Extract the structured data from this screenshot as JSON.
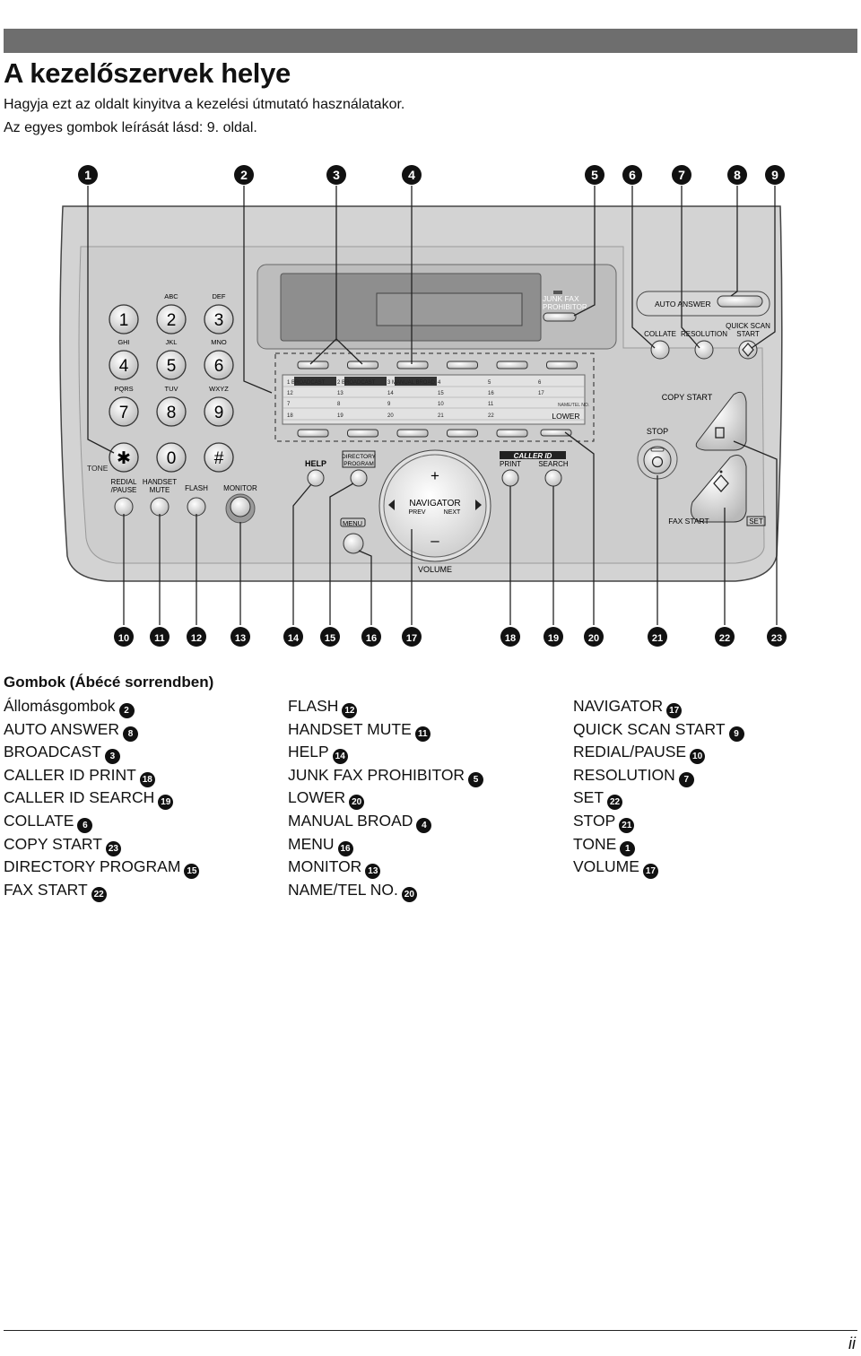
{
  "header": {
    "title": "A kezelőszervek helye",
    "intro_line1": "Hagyja ezt az oldalt kinyitva a kezelési útmutató használatakor.",
    "intro_line2": "Az egyes gombok leírását lásd: 9. oldal."
  },
  "diagram": {
    "callouts_top": [
      "1",
      "2",
      "3",
      "4",
      "5",
      "6",
      "7",
      "8",
      "9"
    ],
    "callouts_bottom": [
      "10",
      "11",
      "12",
      "13",
      "14",
      "15",
      "16",
      "17",
      "18",
      "19",
      "20",
      "21",
      "22",
      "23"
    ],
    "keypad": [
      {
        "digit": "1",
        "letters": ""
      },
      {
        "digit": "2",
        "letters": "ABC"
      },
      {
        "digit": "3",
        "letters": "DEF"
      },
      {
        "digit": "4",
        "letters": "GHI"
      },
      {
        "digit": "5",
        "letters": "JKL"
      },
      {
        "digit": "6",
        "letters": "MNO"
      },
      {
        "digit": "7",
        "letters": "PQRS"
      },
      {
        "digit": "8",
        "letters": "TUV"
      },
      {
        "digit": "9",
        "letters": "WXYZ"
      },
      {
        "digit": "✱",
        "letters": ""
      },
      {
        "digit": "0",
        "letters": ""
      },
      {
        "digit": "#",
        "letters": ""
      }
    ],
    "labels": {
      "tone": "TONE",
      "redial1": "REDIAL",
      "redial2": "/PAUSE",
      "mute1": "HANDSET",
      "mute2": "MUTE",
      "flash": "FLASH",
      "monitor": "MONITOR",
      "junk1": "JUNK FAX",
      "junk2": "PROHIBITOR",
      "auto_answer": "AUTO ANSWER",
      "collate": "COLLATE",
      "resolution": "RESOLUTION",
      "quick1": "QUICK SCAN",
      "quick2": "START",
      "copy_start": "COPY START",
      "stop": "STOP",
      "fax_start": "FAX START",
      "set": "SET",
      "help": "HELP",
      "dir1": "DIRECTORY",
      "dir2": "PROGRAM",
      "menu": "MENU",
      "navigator": "NAVIGATOR",
      "prev": "PREV",
      "next": "NEXT",
      "plus": "+",
      "minus": "–",
      "volume": "VOLUME",
      "caller_id": "CALLER ID",
      "print": "PRINT",
      "search": "SEARCH",
      "name_tel": "NAME/TEL NO.",
      "lower": "LOWER"
    },
    "station_cells": [
      [
        "1 BROADCAST",
        "2 BROADCAST",
        "3 MANUAL BROAD",
        "4",
        "5",
        "6"
      ],
      [
        "12",
        "13",
        "14",
        "15",
        "16",
        "17"
      ],
      [
        "7",
        "8",
        "9",
        "10",
        "11",
        ""
      ],
      [
        "18",
        "19",
        "20",
        "21",
        "22",
        ""
      ]
    ]
  },
  "legend": {
    "heading": "Gombok (Ábécé sorrendben)",
    "columns": [
      [
        {
          "label": "Állomásgombok",
          "num": "2"
        },
        {
          "label": "AUTO ANSWER",
          "num": "8"
        },
        {
          "label": "BROADCAST",
          "num": "3"
        },
        {
          "label": "CALLER ID PRINT",
          "num": "18"
        },
        {
          "label": "CALLER ID SEARCH",
          "num": "19"
        },
        {
          "label": "COLLATE",
          "num": "6"
        },
        {
          "label": "COPY START",
          "num": "23"
        },
        {
          "label": "DIRECTORY PROGRAM",
          "num": "15"
        },
        {
          "label": "FAX START",
          "num": "22"
        }
      ],
      [
        {
          "label": "FLASH",
          "num": "12"
        },
        {
          "label": "HANDSET MUTE",
          "num": "11"
        },
        {
          "label": "HELP",
          "num": "14"
        },
        {
          "label": "JUNK FAX PROHIBITOR",
          "num": "5"
        },
        {
          "label": "LOWER",
          "num": "20"
        },
        {
          "label": "MANUAL BROAD",
          "num": "4"
        },
        {
          "label": "MENU",
          "num": "16"
        },
        {
          "label": "MONITOR",
          "num": "13"
        },
        {
          "label": "NAME/TEL NO.",
          "num": "20"
        }
      ],
      [
        {
          "label": "NAVIGATOR",
          "num": "17"
        },
        {
          "label": "QUICK SCAN START",
          "num": "9"
        },
        {
          "label": "REDIAL/PAUSE",
          "num": "10"
        },
        {
          "label": "RESOLUTION",
          "num": "7"
        },
        {
          "label": "SET",
          "num": "22"
        },
        {
          "label": "STOP",
          "num": "21"
        },
        {
          "label": "TONE",
          "num": "1"
        },
        {
          "label": "VOLUME",
          "num": "17"
        }
      ]
    ]
  },
  "footer": {
    "page_number": "ii"
  }
}
